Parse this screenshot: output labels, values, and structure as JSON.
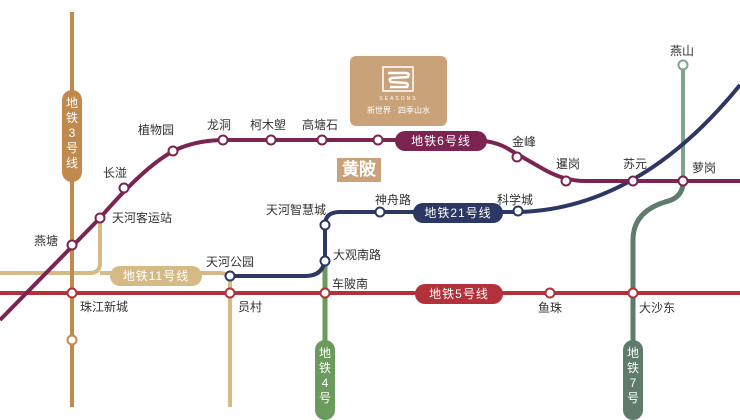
{
  "lines": {
    "line3": {
      "label_chars": [
        "地",
        "铁",
        "3",
        "号",
        "线"
      ],
      "color": "#c08a4e"
    },
    "line6": {
      "label": "地铁6号线",
      "color": "#7b2452"
    },
    "line21": {
      "label": "地铁21号线",
      "color": "#2c3763"
    },
    "line11": {
      "label": "地铁11号线",
      "color": "#d6ba86"
    },
    "line5": {
      "label": "地铁5号线",
      "color": "#b3313a"
    },
    "line4": {
      "label_chars": [
        "地",
        "铁",
        "4",
        "号"
      ],
      "color": "#6a9a5c"
    },
    "line7": {
      "label_chars": [
        "地",
        "铁",
        "7",
        "号"
      ],
      "color": "#5f7c6a"
    }
  },
  "stations": {
    "yantang": "燕塘",
    "tianhe_bus": "天河客运站",
    "changban": "长湴",
    "zhiwuyuan": "植物园",
    "longdong": "龙洞",
    "kemulang": "柯木塱",
    "gaotangshi": "高塘石",
    "jinfeng": "金峰",
    "xiagang": "暹岗",
    "suyuan": "苏元",
    "luogang": "萝岗",
    "yanshan": "燕山",
    "tianhe_park": "天河公园",
    "tianhe_zhihui": "天河智慧城",
    "shenzhoulu": "神舟路",
    "kexuecheng": "科学城",
    "daguan_nanlu": "大观南路",
    "chebeinan": "车陂南",
    "zhujiang_xincheng": "珠江新城",
    "yuancun": "员村",
    "yuzhu": "鱼珠",
    "dashadong": "大沙东"
  },
  "highlight_station": "黄陂",
  "project_logo": {
    "en": "SEASONS",
    "cn": "新世界 · 四季山水",
    "color": "#c9a27a"
  }
}
